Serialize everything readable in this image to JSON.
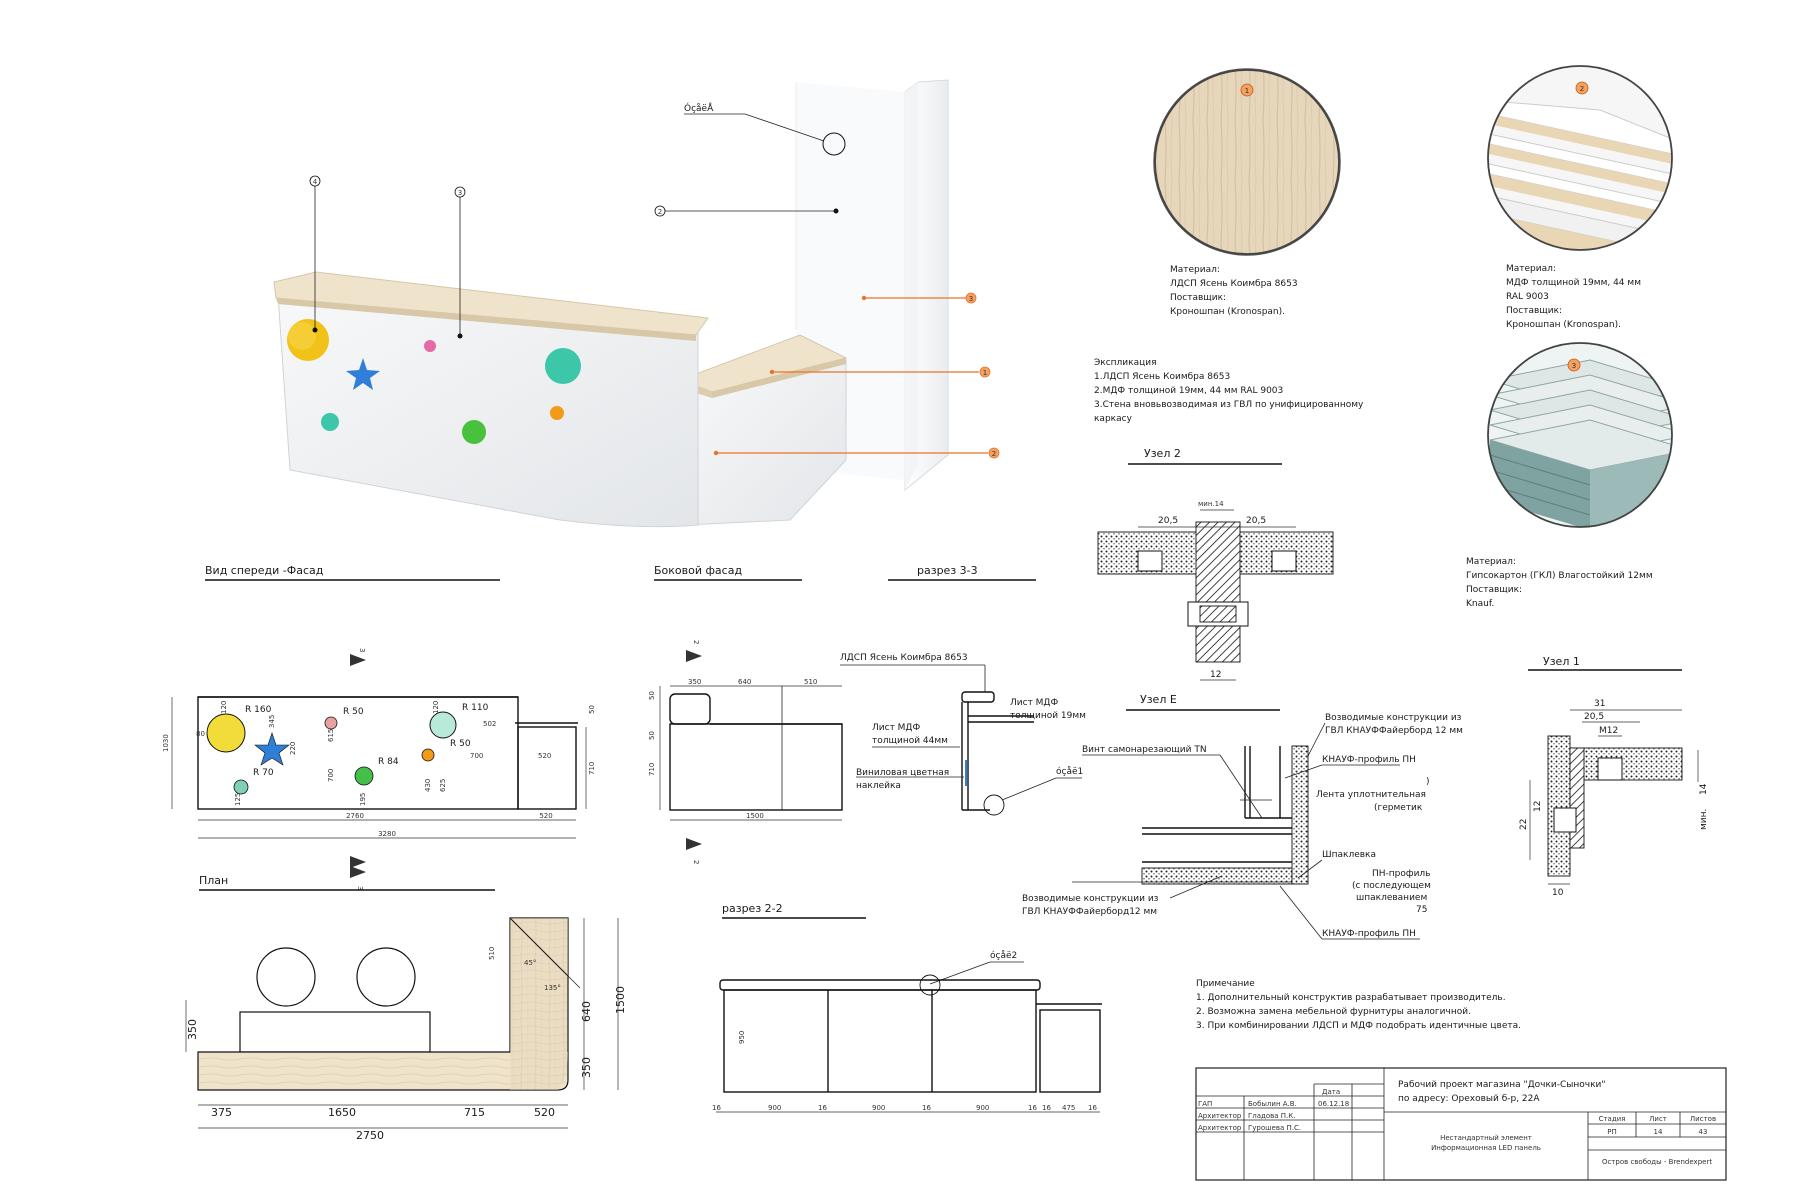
{
  "callouts_3d": {
    "c1": "1",
    "c2": "2",
    "c3": "3",
    "c4": "4",
    "label_detail": "ÓçåëÅ"
  },
  "materials": {
    "m1": {
      "num": "1",
      "l1": "Материал:",
      "l2": "ЛДСП Ясень Коимбра 8653",
      "l3": "Поставщик:",
      "l4": "Кроношпан (Kronospan)."
    },
    "m2": {
      "num": "2",
      "l1": "Материал:",
      "l2": "МДФ толщиной 19мм, 44 мм",
      "l3": "RAL 9003",
      "l4": "Поставщик:",
      "l5": "Кроношпан (Kronospan)."
    },
    "m3": {
      "num": "3",
      "l1": "Материал:",
      "l2": "Гипсокартон (ГКЛ) Влагостойкий 12мм",
      "l3": "Поставщик:",
      "l4": "Knauf."
    }
  },
  "explication": {
    "title": "Экспликация",
    "i1": "1.ЛДСП Ясень Коимбра 8653",
    "i2": "2.МДФ толщиной 19мм, 44 мм RAL 9003",
    "i3a": "3.Стена вновьвозводимая из ГВЛ по унифицированному",
    "i3b": "каркасу"
  },
  "sections": {
    "front": "Вид спереди -Фасад",
    "side": "Боковой фасад",
    "cut33": "разрез 3-3",
    "plan": "План",
    "cut22": "разрез 2-2",
    "node2": "Узел 2",
    "nodeE": "Узел Е",
    "node1": "Узел 1"
  },
  "front_dims": {
    "r160": "R 160",
    "r50a": "R 50",
    "r110": "R 110",
    "r50b": "R 50",
    "r70": "R 70",
    "r84": "R 84",
    "w2760": "2760",
    "w520": "520",
    "w3280": "3280",
    "h1030": "1030",
    "h50": "50",
    "h710": "710",
    "d502": "502",
    "d700": "700",
    "d520": "520",
    "v120": "120",
    "v80": "80",
    "v615": "615",
    "v700": "700",
    "v195": "195",
    "v430": "430",
    "v625": "625",
    "v220": "220",
    "v125": "125",
    "v345": "345",
    "m3": "3"
  },
  "side_dims": {
    "d350": "350",
    "d640": "640",
    "d510": "510",
    "d1500": "1500",
    "h50": "50",
    "h710": "710",
    "m2": "2"
  },
  "cut33_labels": {
    "ldsp": "ЛДСП Ясень Коимбра 8653",
    "mdf19a": "Лист МДФ",
    "mdf19b": "толщиной 19мм",
    "mdf44a": "Лист МДФ",
    "mdf44b": "толщиной 44мм",
    "vinyl_a": "Виниловая цветная",
    "vinyl_b": "наклейка",
    "node1ref": "óçåë1"
  },
  "plan_dims": {
    "d350": "350",
    "d375": "375",
    "d1650": "1650",
    "d715": "715",
    "d520": "520",
    "d2750": "2750",
    "d640": "640",
    "d1500": "1500",
    "d350b": "350",
    "d510": "510",
    "a45": "45°",
    "a135": "135°"
  },
  "cut22_dims": {
    "ref": "óçåë2",
    "d900a": "900",
    "d900b": "900",
    "d900c": "900",
    "d16a": "16",
    "d16b": "16",
    "d16c": "16",
    "d16d": "16",
    "d16e": "16",
    "d16f": "16",
    "d475": "475",
    "h950": "950"
  },
  "node2_dims": {
    "min14": "мин.14",
    "d20a": "20,5",
    "d20b": "20,5",
    "d12": "12"
  },
  "nodeE_labels": {
    "l1a": "Возводимые конструкции из",
    "l1b": "ГВЛ КНАУФФайерборд 12 мм",
    "l2": "КНАУФ-профиль ПН",
    "l3a": ")",
    "l3b": "Лента уплотнительная",
    "l3c": "(герметик",
    "l4": "Винт самонарезающий TN",
    "l5": "Шпаклевка",
    "l6a": "ПН-профиль",
    "l6b": "(с последующем",
    "l6c": "шпаклеванием",
    "l6d": "75",
    "l7a": "Возводимые конструкции из",
    "l7b": "ГВЛ КНАУФФайерборд12 мм",
    "l8": "КНАУФ-профиль ПН"
  },
  "node1_dims": {
    "d31": "31",
    "d20": "20,5",
    "m12": "М12",
    "d22": "22",
    "d12": "12",
    "d10": "10",
    "d14": "14",
    "min": "мин."
  },
  "notes": {
    "title": "Примечание",
    "n1": "1. Дополнительный конструктив разрабатывает производитель.",
    "n2": "2. Возможна замена мебельной фурнитуры аналогичной.",
    "n3": "3. При комбинировании ЛДСП и МДФ подобрать идентичные цвета."
  },
  "title_block": {
    "project1": "Рабочий проект магазина \"Дочки-Сыночки\"",
    "project2": "по адресу: Ореховый б-р, 22А",
    "date_h": "Дата",
    "date": "06.12.18",
    "r1a": "ГАП",
    "r1b": "Бобылин А.В.",
    "r2a": "Архитектор",
    "r2b": "Гладова П.К.",
    "r3a": "Архитектор",
    "r3b": "Гурошева П.С.",
    "elem1": "Нестандартный элемент",
    "elem2": "Информационная LED панель",
    "stage_h": "Стадия",
    "sheet_h": "Лист",
    "sheets_h": "Листов",
    "stage": "РП",
    "sheet": "14",
    "sheets": "43",
    "org": "Остров свободы - Brendexpert"
  },
  "colors": {
    "orange": "#e8742a",
    "yellow": "#f2c218",
    "blue": "#2f7fd8",
    "teal": "#3cc7a8",
    "green": "#49c13c",
    "pink": "#e66aa6",
    "wood": "#e9dcc3"
  }
}
